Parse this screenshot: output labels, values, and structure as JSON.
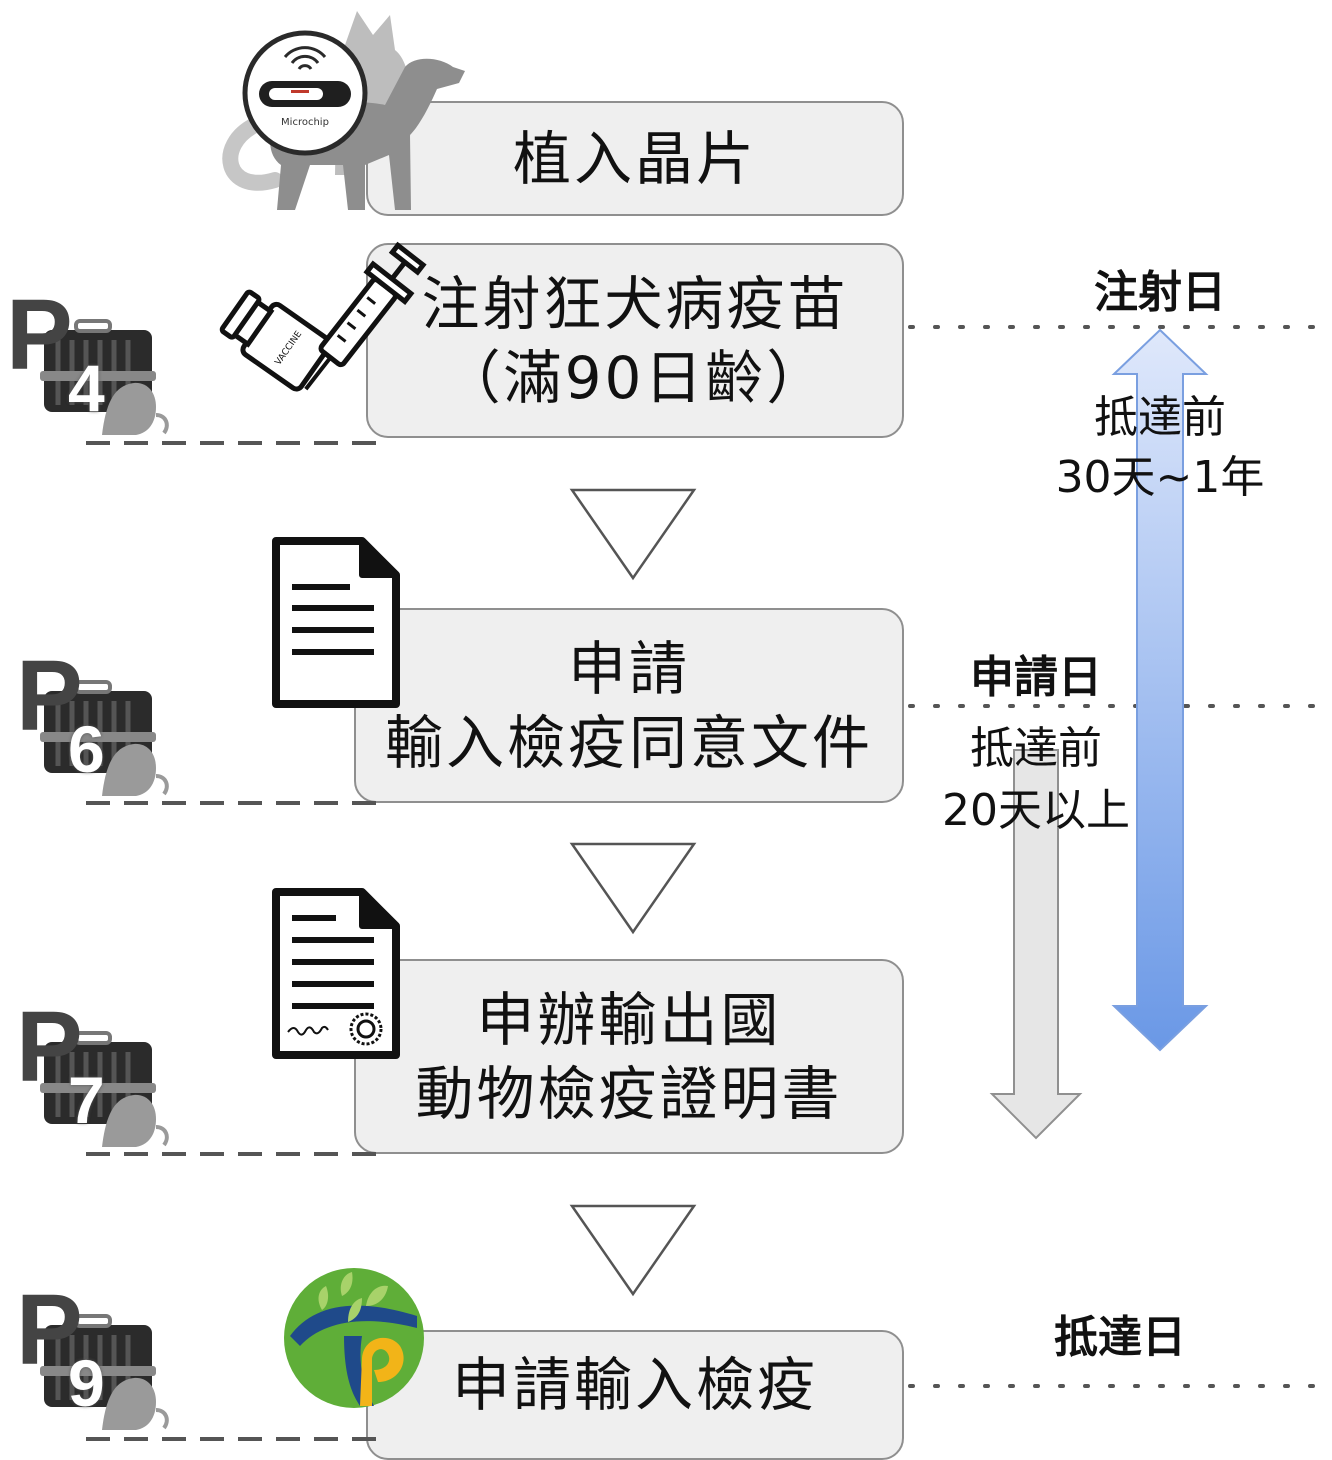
{
  "steps": [
    {
      "lines": [
        "植入晶片"
      ]
    },
    {
      "lines": [
        "注射狂犬病疫苗",
        "（滿90日齡）"
      ]
    },
    {
      "lines": [
        "申請",
        "輸入檢疫同意文件"
      ]
    },
    {
      "lines": [
        "申辦輸出國",
        "動物檢疫證明書"
      ]
    },
    {
      "lines": [
        "申請輸入檢疫"
      ]
    }
  ],
  "page_refs": [
    {
      "letter": "P",
      "number": "4"
    },
    {
      "letter": "P",
      "number": "6"
    },
    {
      "letter": "P",
      "number": "7"
    },
    {
      "letter": "P",
      "number": "9"
    }
  ],
  "microchip_label": "Microchip",
  "vaccine_label": "VACCINE",
  "timeline": {
    "injection_day": "注射日",
    "injection_window_line1": "抵達前",
    "injection_window_line2": "30天~1年",
    "application_day": "申請日",
    "application_window_line1": "抵達前",
    "application_window_line2": "20天以上",
    "arrival_day": "抵達日"
  },
  "colors": {
    "box_fill": "#efefef",
    "box_border": "#8f8f8f",
    "arrow_blue_top": "#dfe8fb",
    "arrow_blue_bottom": "#6a98e6",
    "arrow_gray": "#e6e6e6",
    "logo_green": "#5fae38",
    "logo_blue": "#1f4a8a",
    "logo_yellow": "#f2b418"
  }
}
